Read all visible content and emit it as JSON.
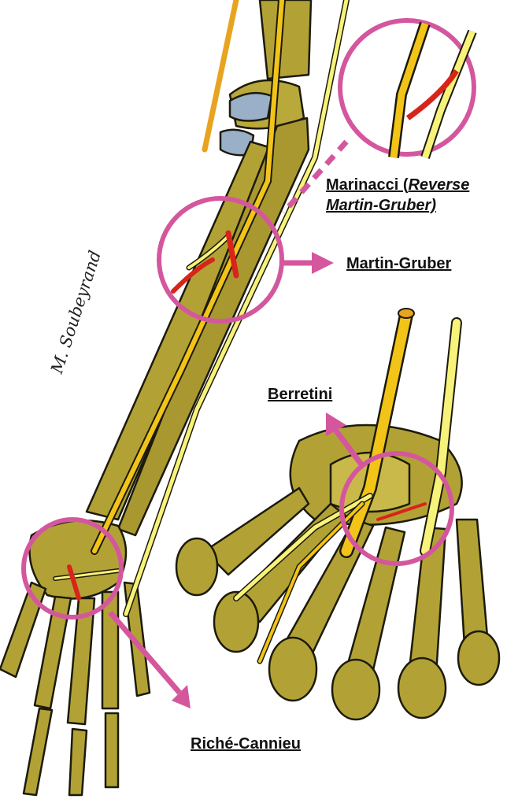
{
  "labels": {
    "marinacci_line1_prefix": "Marinacci (",
    "marinacci_line1_italic": "Reverse",
    "marinacci_line2": "Martin-Gruber)",
    "martin_gruber": "Martin-Gruber",
    "berretini": "Berretini",
    "riche_cannieu": "Riché-Cannieu"
  },
  "signature": "M. Soubeyrand",
  "colors": {
    "bone": "#b2a235",
    "bone_light": "#c9b94a",
    "outline": "#1c1a0c",
    "median_nerve": "#f2c417",
    "ulnar_nerve": "#f7f27a",
    "radial_nerve": "#e8a420",
    "anastomosis": "#d8241a",
    "highlight_circle": "#d4579e",
    "cartilage": "#9ab0c8"
  }
}
